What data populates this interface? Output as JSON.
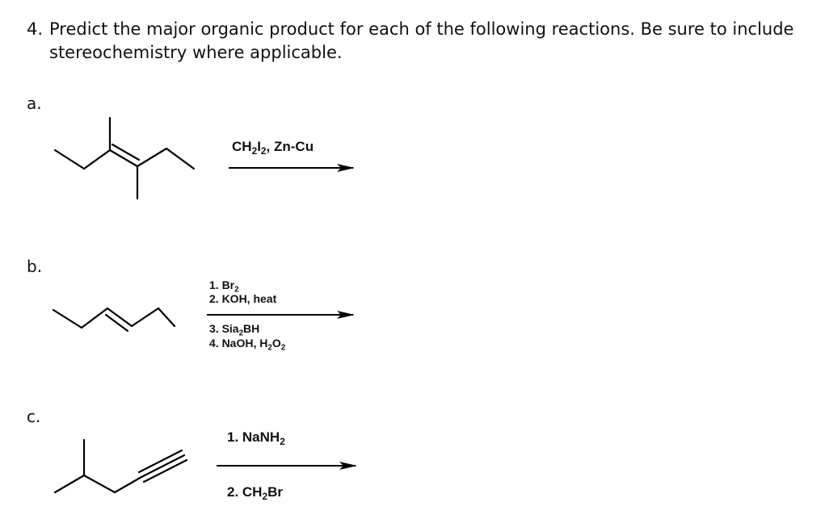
{
  "question": {
    "number": "4.",
    "text_line1": "Predict the major organic product for each of the following reactions.  Be sure to include",
    "text_line2": "stereochemistry where applicable."
  },
  "parts": {
    "a": {
      "label": "a.",
      "reagent": {
        "p1": "CH",
        "s1": "2",
        "p2": "I",
        "s2": "2",
        "p3": ", Zn-Cu"
      }
    },
    "b": {
      "label": "b.",
      "step1": "1. Br",
      "step1_sub": "2",
      "step2": "2.  KOH, heat",
      "step3": "3. Sia",
      "step3_sub": "2",
      "step3_rest": "BH",
      "step4": "4. NaOH, H",
      "step4_sub1": "2",
      "step4_mid": "O",
      "step4_sub2": "2"
    },
    "c": {
      "label": "c.",
      "step1": "1. NaNH",
      "step1_sub": "2",
      "step2": "2. CH",
      "step2_sub": "2",
      "step2_rest": "Br"
    }
  }
}
